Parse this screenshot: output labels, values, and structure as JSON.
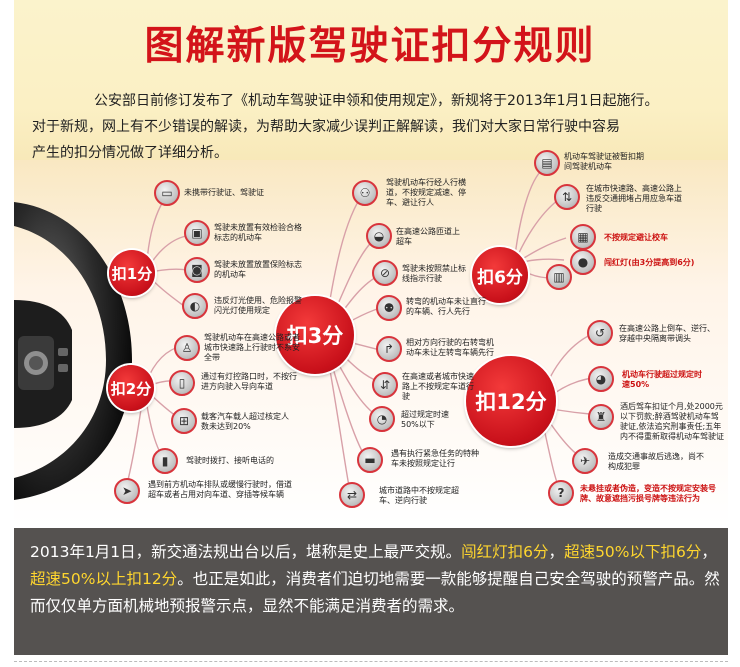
{
  "title": "图解新版驾驶证扣分规则",
  "intro": [
    "公安部日前修订发布了《机动车驾驶证申领和使用规定》，新规将于2013年1月1日起施行。",
    "对于新规，网上有不少错误的解读，为帮助大家减少误判正解解读，我们对大家日常行驶中容易",
    "产生的扣分情况做了详细分析。"
  ],
  "hubs": {
    "h1": "扣1分",
    "h2": "扣2分",
    "h3": "扣3分",
    "h6": "扣6分",
    "h12": "扣12分"
  },
  "items": {
    "k1": [
      {
        "icon": "driving-license-icon",
        "glyph": "▭",
        "text": "未携带行驶证、驾驶证"
      },
      {
        "icon": "inspection-sticker-icon",
        "glyph": "▣",
        "text": "驾驶未放置有效检验合格标志的机动车"
      },
      {
        "icon": "insurance-sticker-icon",
        "glyph": "◙",
        "text": "驾驶未放置放置保险标志的机动车"
      },
      {
        "icon": "headlight-icon",
        "glyph": "◐",
        "text": "违反灯光使用、危险报警闪光灯使用规定"
      }
    ],
    "k2": [
      {
        "icon": "highway-driver-icon",
        "glyph": "♙",
        "text": "驾驶机动车在高速公路或者城市快速路上行驶时不系安全带"
      },
      {
        "icon": "traffic-light-icon",
        "glyph": "▯",
        "text": "通过有灯控路口时，不按行进方向驶入导向车道"
      },
      {
        "icon": "bus-passengers-icon",
        "glyph": "⊞",
        "text": "载客汽车载人超过核定人数未达到20%"
      },
      {
        "icon": "mobile-phone-icon",
        "glyph": "▮",
        "text": "驾驶时拨打、接听电话的"
      },
      {
        "icon": "queue-cutting-icon",
        "glyph": "➤",
        "text": "遇到前方机动车排队或缓慢行驶时，借道超车或者占用对向车道、穿插等候车辆"
      }
    ],
    "k3": [
      {
        "icon": "crosswalk-icon",
        "glyph": "⚇",
        "text": "驾驶机动车行经人行横道，不按规定减速、停车、避让行人"
      },
      {
        "icon": "highway-ramp-icon",
        "glyph": "◒",
        "text": "在高速公路匝道上超车"
      },
      {
        "icon": "no-passing-sign-icon",
        "glyph": "⊘",
        "text": "驾驶未按照禁止标线指示行驶"
      },
      {
        "icon": "pedestrian-turn-icon",
        "glyph": "⚉",
        "text": "转弯的机动车未让直行的车辆、行人先行"
      },
      {
        "icon": "right-turn-icon",
        "glyph": "↱",
        "text": "相对方向行驶的右转弯机动车未让左转弯车辆先行"
      },
      {
        "icon": "lane-rule-icon",
        "glyph": "⇵",
        "text": "在高速或者城市快速路上不按规定车道行驶"
      },
      {
        "icon": "speedometer-icon",
        "glyph": "◔",
        "text": "超过规定时速50%以下"
      },
      {
        "icon": "emergency-vehicle-icon",
        "glyph": "▬",
        "text": "遇有执行紧急任务的特种车未按照规定让行"
      },
      {
        "icon": "wrong-way-icon",
        "glyph": "⇄",
        "text": "城市道路中不按规定超车、逆向行驶"
      }
    ],
    "k6": [
      {
        "icon": "suspended-license-icon",
        "glyph": "▤",
        "text": "机动车驾驶证被暂扣期间驾驶机动车",
        "red": false
      },
      {
        "icon": "emergency-lane-icon",
        "glyph": "⇅",
        "text": "在城市快速路、高速公路上违反交通拥堵占用应急车道行驶",
        "red": false
      },
      {
        "icon": "school-bus-icon",
        "glyph": "▦",
        "text": "不按规定避让校车",
        "red": true
      },
      {
        "icon": "red-light-icon",
        "glyph": "●",
        "text": "闯红灯(由3分提高到6分)",
        "red": true
      },
      {
        "icon": "truck-load-icon",
        "glyph": "▥",
        "text": "",
        "red": false
      }
    ],
    "k12": [
      {
        "icon": "u-turn-icon",
        "glyph": "↺",
        "text": "在高速公路上倒车、逆行、穿越中央隔离带调头",
        "red": false
      },
      {
        "icon": "overspeed-icon",
        "glyph": "◕",
        "text": "机动车行驶超过规定时速50%",
        "red": true
      },
      {
        "icon": "drunk-driving-icon",
        "glyph": "♜",
        "text": "酒后驾车扣证个月,处2000元以下罚款;醉酒驾驶机动车驾驶证,依法追究刑事责任;五年内不得重新取得机动车驾驶证",
        "red": false
      },
      {
        "icon": "hit-and-run-icon",
        "glyph": "✈",
        "text": "造成交通事故后逃逸，尚不构成犯罪",
        "red": false
      },
      {
        "icon": "fake-plate-icon",
        "glyph": "?",
        "text": "未悬挂或者伪造，变造不按规定安装号牌、故意遮挡污损号牌等违法行为",
        "red": true
      }
    ]
  },
  "footer": {
    "p1": "2013年1月1日，新交通法规出台以后，堪称是史上最严交规。",
    "h1": "闯红灯扣6分",
    "p2": "，",
    "h2": "超速50%以下扣6分",
    "p3": "，",
    "h3": "超速50%以上扣12分",
    "p4": "。也正是如此，消费者们迫切地需要一款能够提醒自己安全驾驶的预警产品。然而仅仅单方面机械地预报警示点，显然不能满足消费者的需求。"
  },
  "colors": {
    "title": "#d3141a",
    "hub": "#c8101a",
    "footer_bg": "#555250",
    "footer_highlight": "#ffd62e",
    "red_label": "#cc1111"
  }
}
